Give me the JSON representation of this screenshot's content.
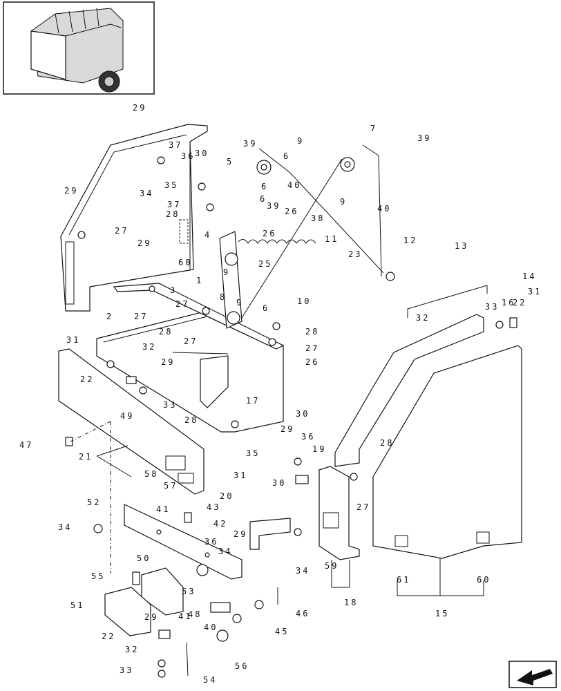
{
  "callouts": [
    "29",
    "37",
    "36",
    "30",
    "39",
    "9",
    "6",
    "7",
    "39",
    "34",
    "35",
    "5",
    "40",
    "6",
    "9",
    "37",
    "28",
    "6",
    "39",
    "26",
    "40",
    "4",
    "26",
    "38",
    "29",
    "27",
    "60",
    "11",
    "12",
    "9",
    "25",
    "23",
    "29",
    "3",
    "1",
    "27",
    "27",
    "6",
    "10",
    "2",
    "28",
    "28",
    "27",
    "27",
    "26",
    "8",
    "9",
    "13",
    "14",
    "31",
    "22",
    "33",
    "32",
    "16",
    "31",
    "32",
    "22",
    "29",
    "17",
    "33",
    "49",
    "47",
    "28",
    "30",
    "29",
    "36",
    "21",
    "35",
    "19",
    "58",
    "57",
    "31",
    "30",
    "28",
    "27",
    "52",
    "43",
    "41",
    "42",
    "20",
    "29",
    "34",
    "36",
    "34",
    "34",
    "50",
    "55",
    "53",
    "59",
    "61",
    "60",
    "51",
    "29",
    "48",
    "41",
    "46",
    "22",
    "40",
    "45",
    "32",
    "56",
    "33",
    "54",
    "18",
    "15"
  ],
  "navigation": {
    "arrow": "return-arrow-icon"
  }
}
